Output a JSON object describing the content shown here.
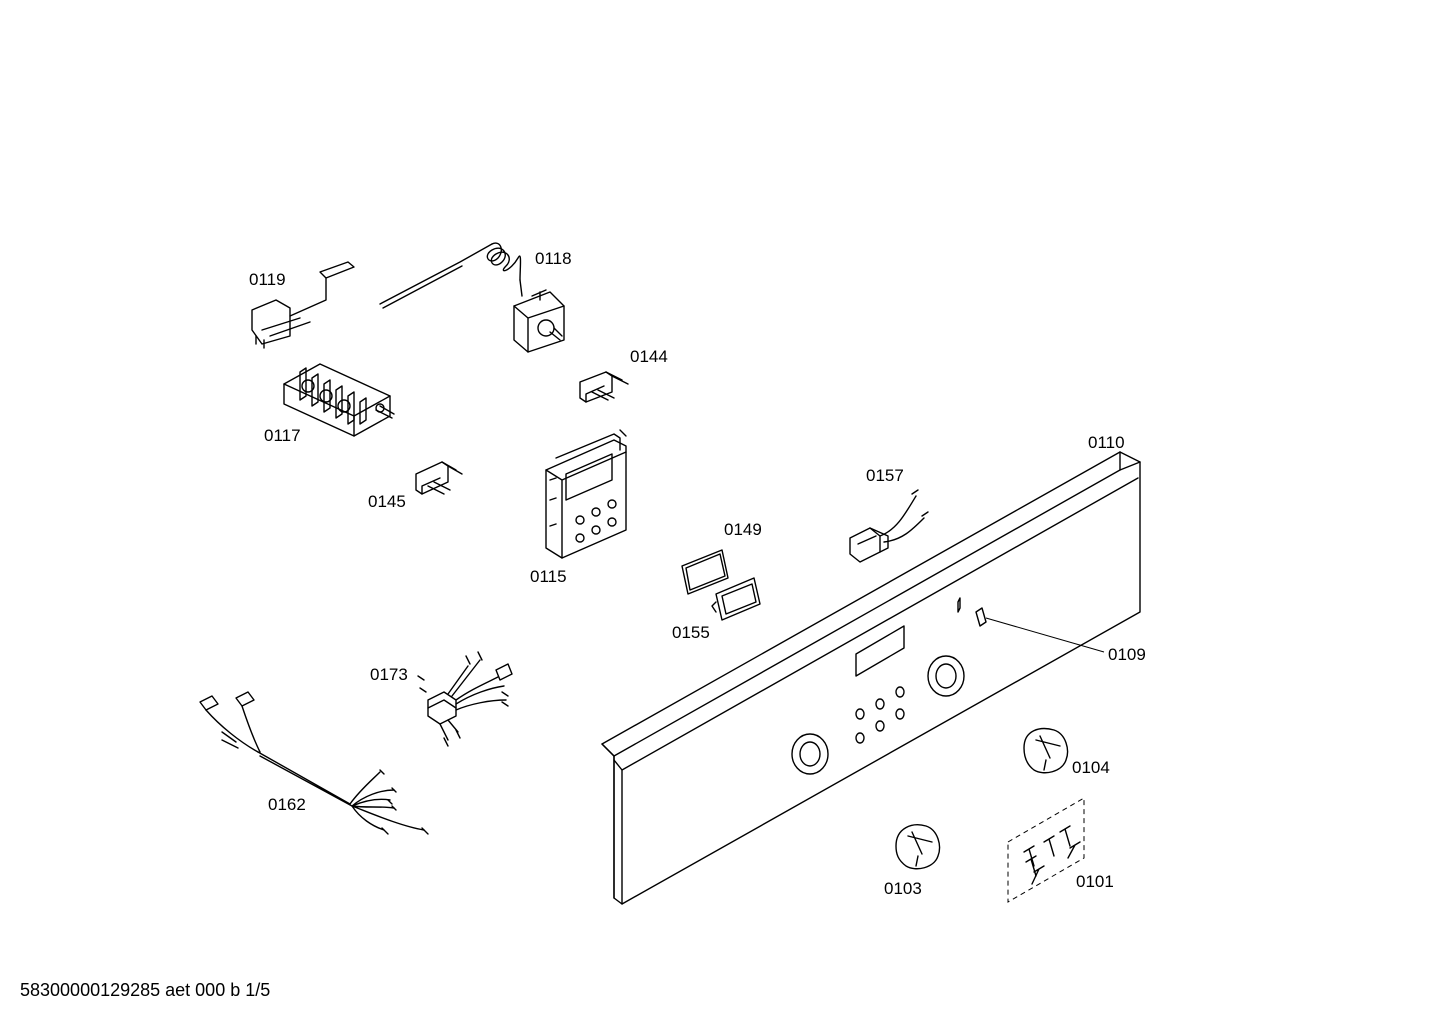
{
  "labels": {
    "p0101": "0101",
    "p0103": "0103",
    "p0104": "0104",
    "p0109": "0109",
    "p0110": "0110",
    "p0115": "0115",
    "p0117": "0117",
    "p0118": "0118",
    "p0119": "0119",
    "p0144": "0144",
    "p0145": "0145",
    "p0149": "0149",
    "p0155": "0155",
    "p0157": "0157",
    "p0162": "0162",
    "p0173": "0173"
  },
  "footer": "58300000129285 aet 000 b 1/5"
}
